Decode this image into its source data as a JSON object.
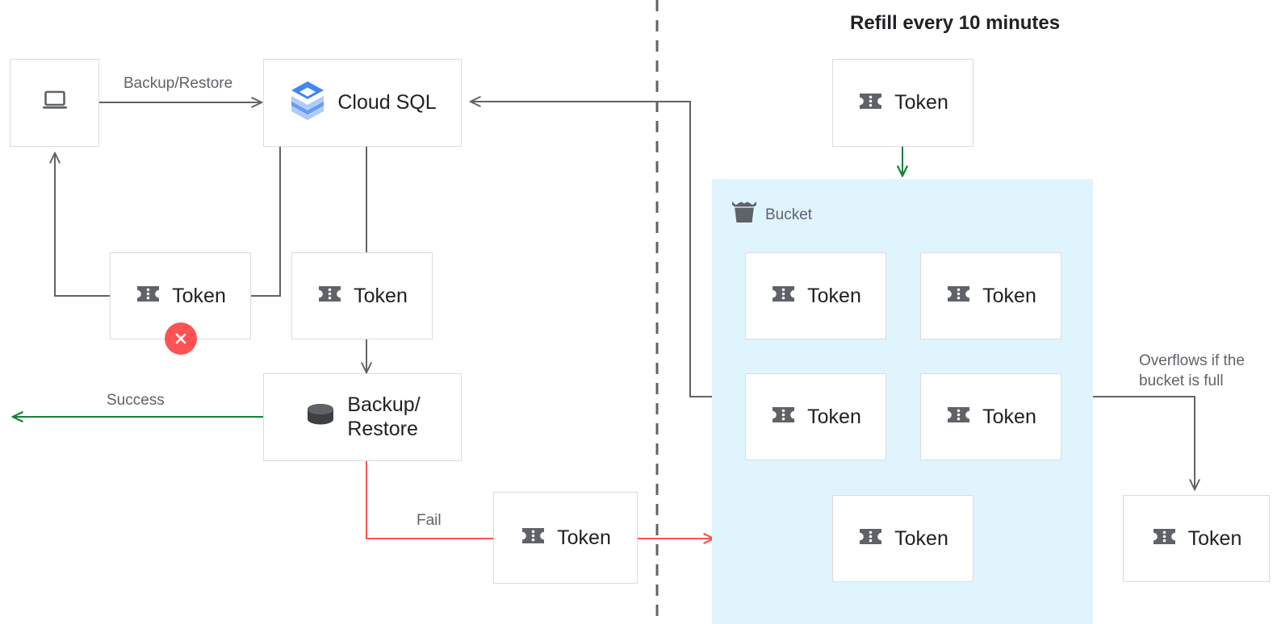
{
  "title": "Refill every 10 minutes",
  "colors": {
    "box_border": "#dadce0",
    "connector": "#5f6368",
    "success_green": "#188038",
    "fail_red": "#ff5252",
    "bucket_fill": "#e0f4fd",
    "token_icon": "#5f6368",
    "label_text": "#5f6368",
    "title_text": "#202124",
    "cloudsql_blue": "#4285f4"
  },
  "nodes": {
    "client": {
      "icon": "laptop-icon",
      "label": ""
    },
    "cloud_sql": {
      "icon": "cloud-sql-icon",
      "label": "Cloud SQL"
    },
    "token_failed": {
      "icon": "token-icon",
      "label": "Token",
      "badge": "error-x-icon"
    },
    "token_consumed": {
      "icon": "token-icon",
      "label": "Token"
    },
    "backup_restore": {
      "icon": "database-icon",
      "label": "Backup/\nRestore"
    },
    "token_returned": {
      "icon": "token-icon",
      "label": "Token"
    },
    "token_refill": {
      "icon": "token-icon",
      "label": "Token"
    },
    "token_overflow": {
      "icon": "token-icon",
      "label": "Token"
    }
  },
  "bucket": {
    "icon": "bucket-icon",
    "label": "Bucket",
    "tokens": [
      {
        "icon": "token-icon",
        "label": "Token"
      },
      {
        "icon": "token-icon",
        "label": "Token"
      },
      {
        "icon": "token-icon",
        "label": "Token"
      },
      {
        "icon": "token-icon",
        "label": "Token"
      },
      {
        "icon": "token-icon",
        "label": "Token"
      }
    ]
  },
  "edges": {
    "backup_restore": "Backup/Restore",
    "success": "Success",
    "fail": "Fail",
    "overflow": "Overflows if the\nbucket is full"
  }
}
